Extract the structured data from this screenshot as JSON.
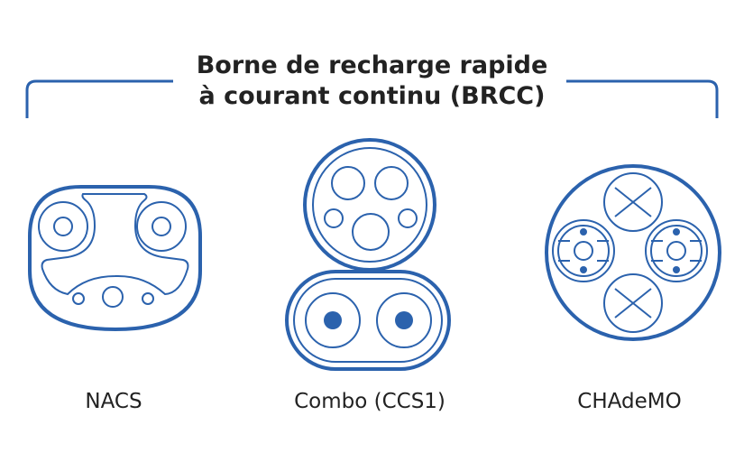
{
  "title_line1": "Borne de recharge rapide",
  "title_line2": "à courant continu (BRCC)",
  "connectors": [
    {
      "label": "NACS",
      "icon": "nacs-connector-icon"
    },
    {
      "label": "Combo (CCS1)",
      "icon": "ccs1-connector-icon"
    },
    {
      "label": "CHAdeMO",
      "icon": "chademo-connector-icon"
    }
  ],
  "colors": {
    "accent": "#2b62ad",
    "text": "#222222"
  }
}
